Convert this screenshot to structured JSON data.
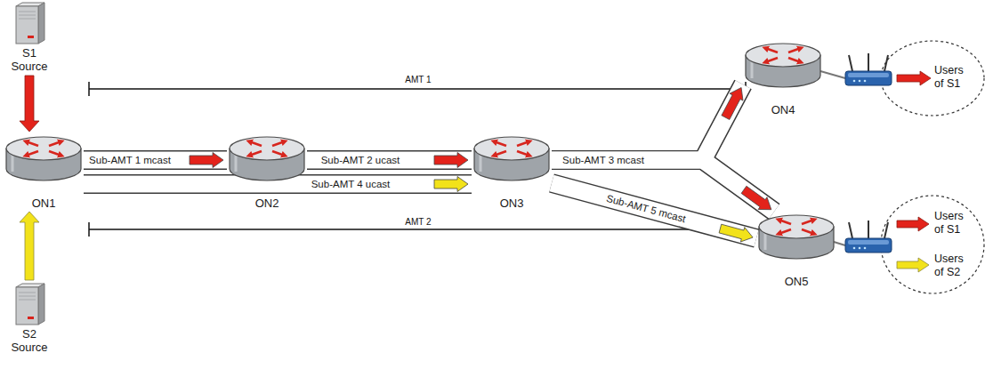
{
  "diagram": {
    "nodes": [
      {
        "text": [
          "S1 Source"
        ]
      },
      {
        "text": [
          "ON1"
        ]
      },
      {
        "text": [
          "S2 Source"
        ]
      },
      {
        "text": [
          "ON2"
        ]
      },
      {
        "text": [
          "ON3"
        ]
      },
      {
        "text": [
          "ON4"
        ]
      },
      {
        "text": [
          "ON5"
        ]
      }
    ],
    "edges": [
      {
        "from": 0,
        "to": 1,
        "arrow": "to"
      },
      {
        "from": 2,
        "to": 1,
        "arrow": "to"
      },
      {
        "from": 1,
        "to": 3,
        "label": "Sub-AMT 1 mcast",
        "arrow": "to"
      },
      {
        "from": 3,
        "to": 4,
        "label": "Sub-AMT 2 ucast",
        "arrow": "to"
      },
      {
        "from": 1,
        "to": 4,
        "label": "Sub-AMT 4 ucast",
        "arrow": "to"
      },
      {
        "from": 4,
        "to": 5,
        "label": "Sub-AMT 3 mcast",
        "arrow": "to"
      },
      {
        "from": 4,
        "to": 6,
        "arrow": "to"
      },
      {
        "from": 4,
        "to": 6,
        "label": "Sub-AMT 5 mcast",
        "arrow": "to"
      }
    ],
    "labels": [
      "AMT 1",
      "AMT 2",
      "Users of S1",
      "Users of S1",
      "Users of S2"
    ]
  }
}
